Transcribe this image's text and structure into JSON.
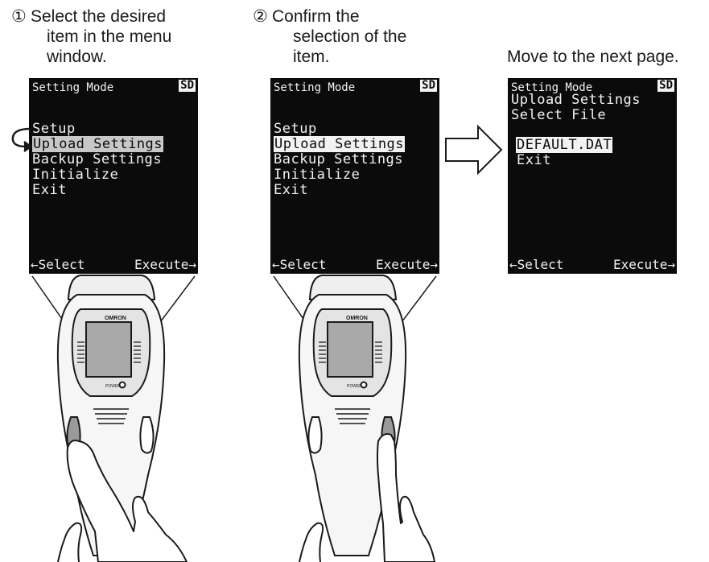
{
  "step1": {
    "number": "①",
    "line1": "Select the desired",
    "line2": "item in the menu",
    "line3": "window."
  },
  "step2": {
    "number": "②",
    "line1": "Confirm the",
    "line2": "selection of the",
    "line3": "item."
  },
  "step3": {
    "line1": "Move to the next page."
  },
  "screen1": {
    "header": "Setting Mode",
    "badge": "SD",
    "items": [
      "Setup",
      "Upload Settings",
      "Backup Settings",
      "Initialize",
      "Exit"
    ],
    "footer_left": "←Select",
    "footer_right": "Execute→"
  },
  "screen2": {
    "header": "Setting Mode",
    "badge": "SD",
    "items": [
      "Setup",
      "Upload Settings",
      "Backup Settings",
      "Initialize",
      "Exit"
    ],
    "footer_left": "←Select",
    "footer_right": "Execute→"
  },
  "screen3": {
    "header": "Setting Mode",
    "badge": "SD",
    "line2": "Upload Settings",
    "line3": "Select File",
    "items": [
      "DEFAULT.DAT",
      "Exit"
    ],
    "footer_left": "←Select",
    "footer_right": "Execute→"
  },
  "device": {
    "brand": "OMRON",
    "power_label": "POWER"
  },
  "colors": {
    "screen_bg": "#0b0b0b",
    "screen_text": "#f2f2f2",
    "highlight_gray": "#c8c8c8",
    "line_art": "#1a1a1a"
  }
}
